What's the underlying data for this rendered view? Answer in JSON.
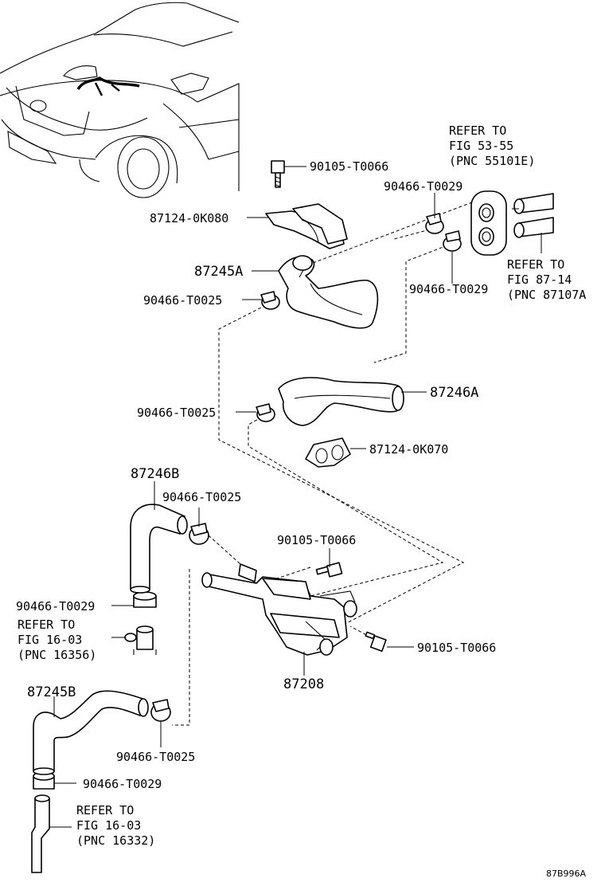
{
  "diagram": {
    "labels": {
      "p90105_top": "90105-T0066",
      "p87124_0K080": "87124-0K080",
      "refer_top_1": "REFER TO",
      "refer_top_2": "FIG 53-55",
      "refer_top_3": "(PNC 55101E)",
      "p90466_T0029_a": "90466-T0029",
      "p87245A": "87245A",
      "p90466_T0025_a": "90466-T0025",
      "p90466_T0029_b": "90466-T0029",
      "refer_right_1": "REFER TO",
      "refer_right_2": "FIG 87-14",
      "refer_right_3": "(PNC 87107A",
      "p87246A": "87246A",
      "p90466_T0025_b": "90466-T0025",
      "p87124_0K070": "87124-0K070",
      "p87246B": "87246B",
      "p90466_T0025_c": "90466-T0025",
      "p90105_mid": "90105-T0066",
      "p90466_T0029_c": "90466-T0029",
      "refer_mid_1": "REFER TO",
      "refer_mid_2": "FIG 16-03",
      "refer_mid_3": "(PNC 16356)",
      "p90105_bot": "90105-T0066",
      "p87208": "87208",
      "p87245B": "87245B",
      "p90466_T0025_d": "90466-T0025",
      "p90466_T0029_d": "90466-T0029",
      "refer_bot_1": "REFER TO",
      "refer_bot_2": "FIG 16-03",
      "refer_bot_3": "(PNC 16332)",
      "figure_code": "87B996A"
    }
  }
}
